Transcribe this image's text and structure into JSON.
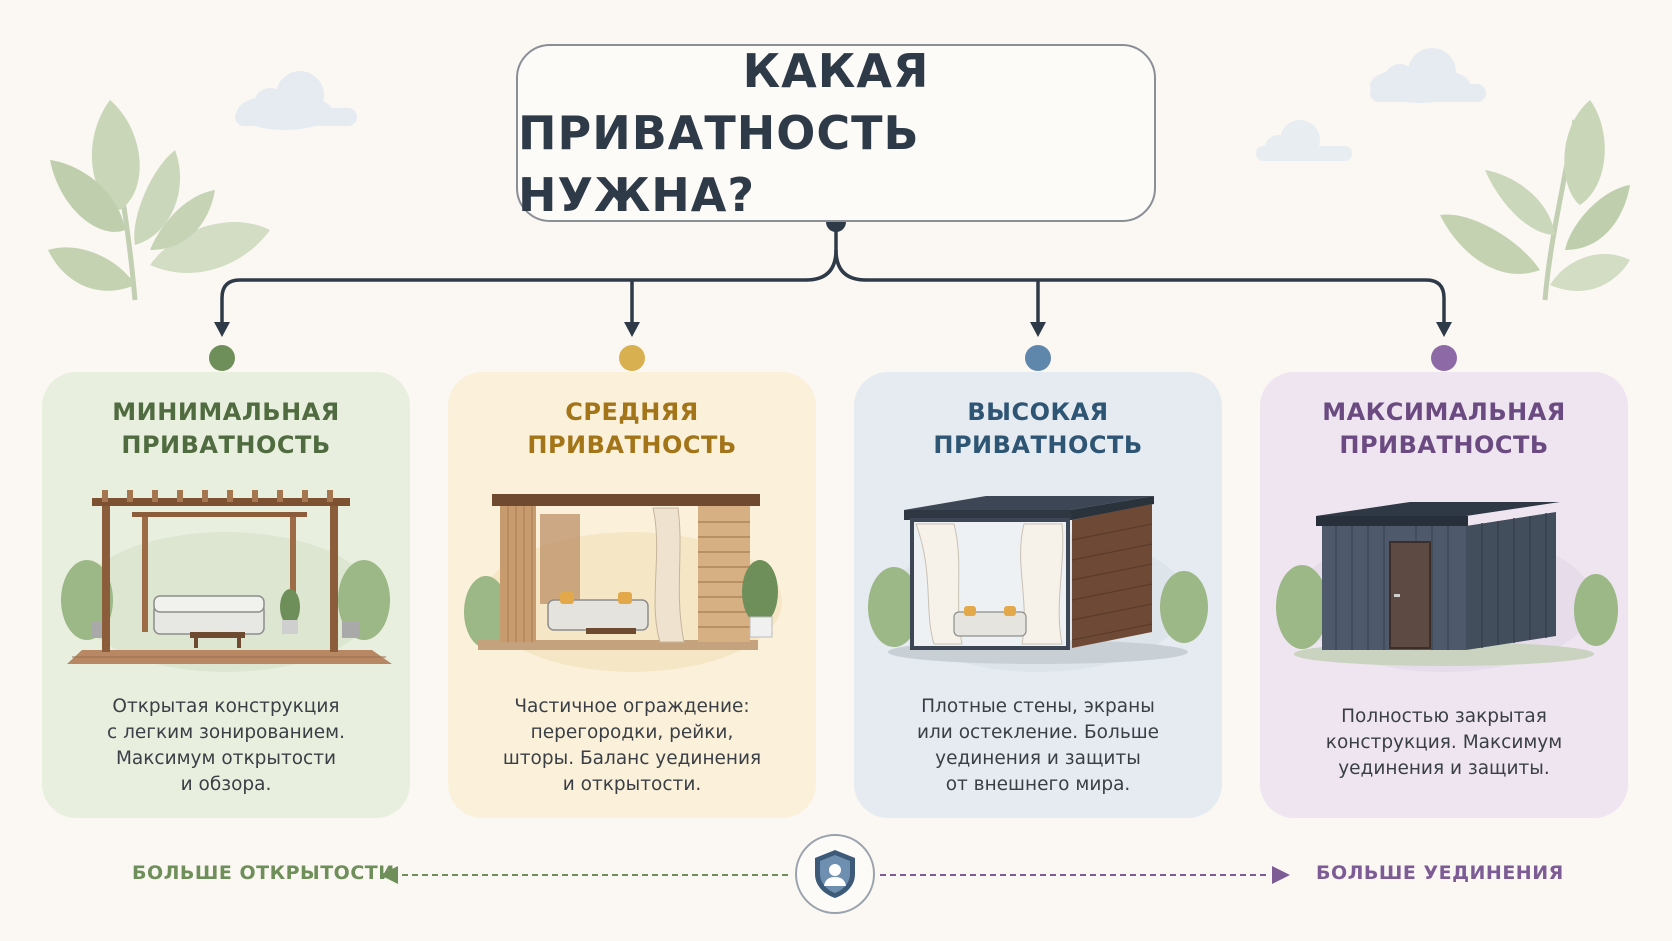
{
  "title": {
    "line1": "КАКАЯ",
    "line2": "ПРИВАТНОСТЬ НУЖНА?"
  },
  "cards": [
    {
      "heading_line1": "МИНИМАЛЬНАЯ",
      "heading_line2": "ПРИВАТНОСТЬ",
      "desc_lines": [
        "Открытая конструкция",
        "с легким зонированием.",
        "Максимум открытости",
        "и обзора."
      ],
      "accent": "#4f6b3f",
      "dot_color": "#6f8f5a",
      "bg": "#e9efdf",
      "illustration": "pergola"
    },
    {
      "heading_line1": "СРЕДНЯЯ",
      "heading_line2": "ПРИВАТНОСТЬ",
      "desc_lines": [
        "Частичное ограждение:",
        "перегородки, рейки,",
        "шторы. Баланс уединения",
        "и открытости."
      ],
      "accent": "#a37418",
      "dot_color": "#d9b04f",
      "bg": "#fbf1da",
      "illustration": "slatted-gazebo"
    },
    {
      "heading_line1": "ВЫСОКАЯ",
      "heading_line2": "ПРИВАТНОСТЬ",
      "desc_lines": [
        "Плотные стены, экраны",
        "или остекление. Больше",
        "уединения и защиты",
        "от внешнего мира."
      ],
      "accent": "#2f5574",
      "dot_color": "#5f86ab",
      "bg": "#e5ebf1",
      "illustration": "curtained-pavilion"
    },
    {
      "heading_line1": "МАКСИМАЛЬНАЯ",
      "heading_line2": "ПРИВАТНОСТЬ",
      "desc_lines": [
        "Полностью закрытая",
        "конструкция. Максимум",
        "уединения и защиты."
      ],
      "accent": "#6b4a82",
      "dot_color": "#8d6aa6",
      "bg": "#eee5f0",
      "illustration": "closed-cabin"
    }
  ],
  "scale": {
    "left_label": "БОЛЬШЕ ОТКРЫТОСТИ",
    "right_label": "БОЛЬШЕ УЕДИНЕНИЯ",
    "left_color": "#6f8f5a",
    "right_color": "#7d5c96",
    "center_icon": "shield-user-icon"
  }
}
